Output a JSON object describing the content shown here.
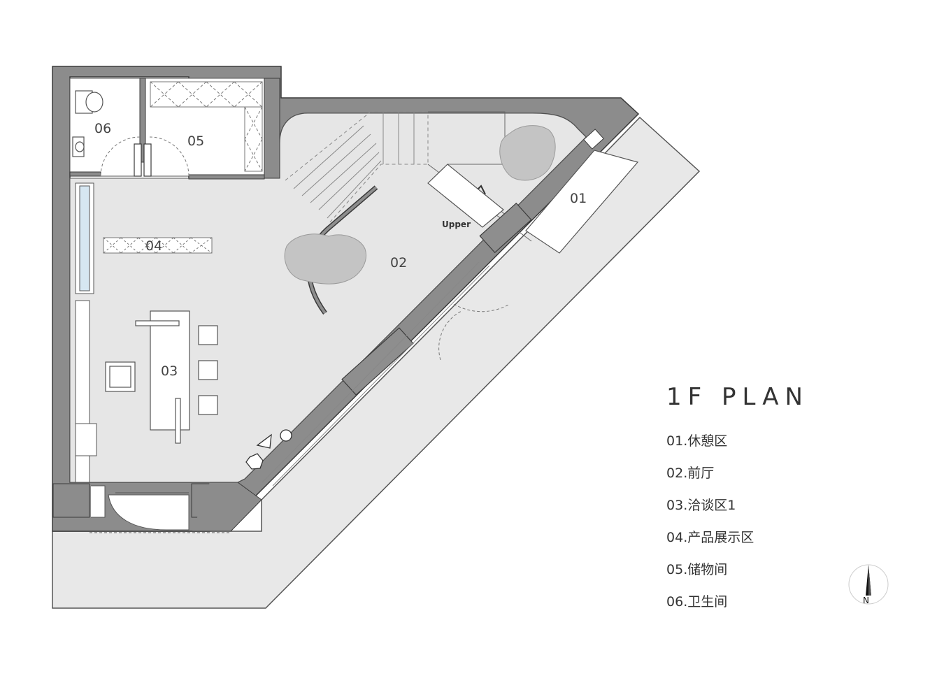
{
  "plan_title": "1F PLAN",
  "rooms": [
    {
      "code": "01",
      "name": "休憩区"
    },
    {
      "code": "02",
      "name": "前厅"
    },
    {
      "code": "03",
      "name": "洽谈区1"
    },
    {
      "code": "04",
      "name": "产品展示区"
    },
    {
      "code": "05",
      "name": "储物间"
    },
    {
      "code": "06",
      "name": "卫生间"
    }
  ],
  "stair_label": "Upper",
  "north_label": "N",
  "colors": {
    "wall": "#8c8c8c",
    "wall_stroke": "#3a3a3a",
    "floor": "#e6e6e6",
    "furniture": "#ffffff",
    "block": "#8e8e8e",
    "text": "#333333"
  }
}
